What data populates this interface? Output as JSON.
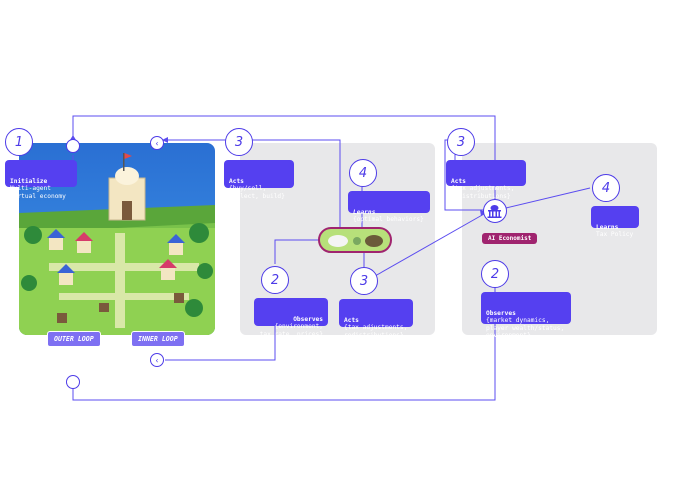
{
  "colors": {
    "accent": "#4d3be8",
    "box": "#5540f0",
    "ai": "#a0246f",
    "panel": "#e8e8ea"
  },
  "steps": {
    "initialize": {
      "num": "1",
      "title": "Initialize",
      "lines": "Multi-agent\nVirtual economy"
    },
    "outer_acts": {
      "num": "3",
      "title": "Acts",
      "lines": "{buy/sell,\ncollect, build}"
    },
    "outer_observes": {
      "num": "2",
      "title": "Observes",
      "lines": "{environment,\ntax rate, prices}"
    },
    "outer_learns": {
      "num": "4",
      "title": "Learns",
      "lines": "{optimal behaviors}"
    },
    "inner_acts": {
      "num": "3",
      "title": "Acts",
      "lines": "{tax adjustments,\nredistributions}"
    },
    "econ_acts": {
      "num": "3",
      "title": "Acts",
      "lines": "{tax adjustments,\nredistributions}"
    },
    "econ_learns": {
      "num": "4",
      "title": "Learns",
      "lines": "Tax Policy"
    },
    "econ_observes": {
      "num": "2",
      "title": "Observes",
      "lines": "{market dynamics,\nplayer wealth/status,\nenvironment}"
    }
  },
  "labels": {
    "outer_loop": "OUTER LOOP",
    "inner_loop": "INNER LOOP",
    "ai_economist": "AI Economist"
  },
  "icons": {
    "agents": "agents-pill-icon",
    "capitol": "capitol-building-icon",
    "chevron": "chevron-left-icon"
  }
}
